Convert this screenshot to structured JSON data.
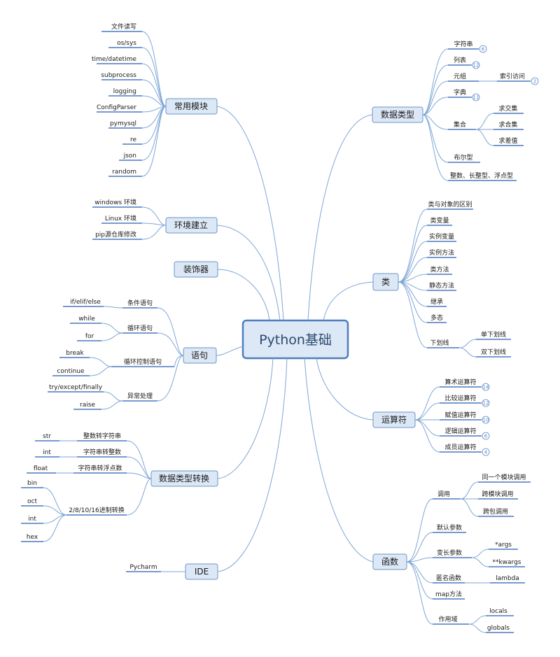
{
  "root": "Python基础",
  "style": {
    "line": "#7fa6d6",
    "box_fill": "#dce8f6",
    "box_stroke": "#6d94c6",
    "root_stroke": "#4f7dbd",
    "underline": "#4a78c2",
    "badge": "#5b88c8"
  },
  "left": [
    {
      "label": "常用模块",
      "children": [
        "文件读写",
        "os/sys",
        "time/datetime",
        "subprocess",
        "logging",
        "ConfigParser",
        "pymysql",
        "re",
        "json",
        "random"
      ]
    },
    {
      "label": "环境建立",
      "children": [
        "windows 环境",
        "Linux 环境",
        "pip源仓库修改"
      ]
    },
    {
      "label": "装饰器",
      "children": []
    },
    {
      "label": "语句",
      "children": [
        {
          "label": "条件语句",
          "children": [
            "if/elif/else"
          ]
        },
        {
          "label": "循环语句",
          "children": [
            "while",
            "for"
          ]
        },
        {
          "label": "循环控制语句",
          "children": [
            "break",
            "continue"
          ]
        },
        {
          "label": "异常处理",
          "children": [
            "try/except/finally",
            "raise"
          ]
        }
      ]
    },
    {
      "label": "数据类型转换",
      "children": [
        {
          "label": "整数转字符串",
          "children": [
            "str"
          ]
        },
        {
          "label": "字符串转整数",
          "children": [
            "int"
          ]
        },
        {
          "label": "字符串转浮点数",
          "children": [
            "float"
          ]
        },
        {
          "label": "2/8/10/16进制转换",
          "children": [
            "bin",
            "oct",
            "int",
            "hex"
          ]
        }
      ]
    },
    {
      "label": "IDE",
      "children": [
        "Pycharm"
      ]
    }
  ],
  "right": [
    {
      "label": "数据类型",
      "children": [
        {
          "label": "字符串",
          "badge": "6"
        },
        {
          "label": "列表",
          "badge": "12"
        },
        {
          "label": "元组",
          "children": [
            {
              "label": "索引访问",
              "badge": "2"
            }
          ]
        },
        {
          "label": "字典",
          "badge": "11"
        },
        {
          "label": "集合",
          "children": [
            "求交集",
            "求合集",
            "求差值"
          ]
        },
        {
          "label": "布尔型"
        },
        {
          "label": "整数、长整型、浮点型"
        }
      ]
    },
    {
      "label": "类",
      "children": [
        {
          "label": "类与对象的区别"
        },
        {
          "label": "类变量"
        },
        {
          "label": "实例变量"
        },
        {
          "label": "实例方法"
        },
        {
          "label": "类方法"
        },
        {
          "label": "静态方法"
        },
        {
          "label": "继承"
        },
        {
          "label": "多态"
        },
        {
          "label": "下划线",
          "children": [
            "单下划线",
            "双下划线"
          ]
        }
      ]
    },
    {
      "label": "运算符",
      "children": [
        {
          "label": "算术运算符",
          "badge": "14"
        },
        {
          "label": "比较运算符",
          "badge": "12"
        },
        {
          "label": "赋值运算符",
          "badge": "10"
        },
        {
          "label": "逻辑运算符",
          "badge": "6"
        },
        {
          "label": "成员运算符",
          "badge": "4"
        }
      ]
    },
    {
      "label": "函数",
      "children": [
        {
          "label": "调用",
          "children": [
            "同一个模块调用",
            "跨模块调用",
            "跨包调用"
          ]
        },
        {
          "label": "默认参数"
        },
        {
          "label": "变长参数",
          "children": [
            "*args",
            "**kwargs"
          ]
        },
        {
          "label": "匿名函数",
          "children": [
            "lambda"
          ]
        },
        {
          "label": "map方法"
        },
        {
          "label": "作用域",
          "children": [
            "locals",
            "globals"
          ]
        }
      ]
    }
  ]
}
